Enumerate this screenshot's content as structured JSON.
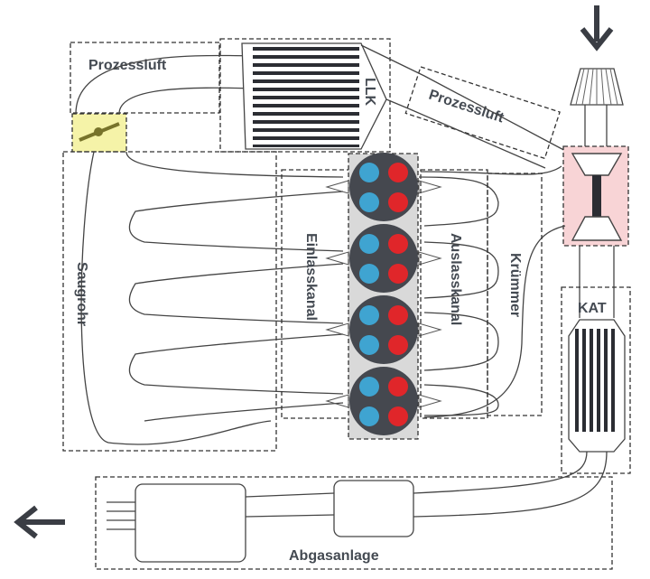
{
  "labels": {
    "prozessluft_top": "Prozessluft",
    "llk": "LLK",
    "prozessluft_diag": "Prozessluft",
    "saugrohr": "Saugrohr",
    "einlasskanal": "Einlasskanal",
    "auslasskanal": "Auslasskanal",
    "kruemmer": "Krümmer",
    "kat": "KAT",
    "abgasanlage": "Abgasanlage"
  },
  "colors": {
    "intake_valve": "#3fa4d1",
    "exhaust_valve": "#e0262a",
    "cylinder": "#45484f",
    "throttle_highlight": "#f5f3a8",
    "turbo_highlight": "#f8d4d6",
    "engine_block": "#d9d9d9"
  },
  "icons": {
    "inlet_arrow": "arrow-down-icon",
    "outlet_arrow": "arrow-left-icon",
    "air_filter": "air-filter-icon",
    "throttle": "throttle-valve-icon"
  },
  "cylinders": 4
}
